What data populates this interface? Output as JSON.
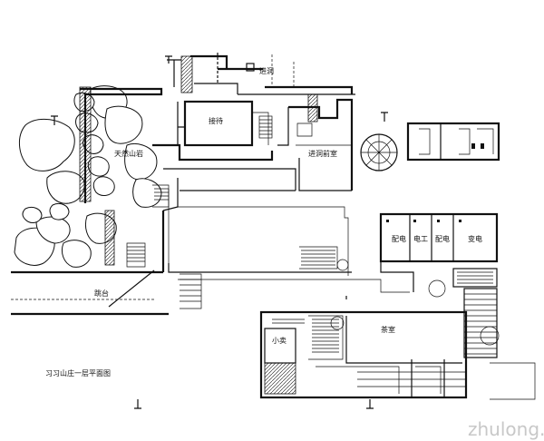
{
  "labels": {
    "entrance_cave": "进洞",
    "reception": "接待",
    "natural_cave": "天然山岩",
    "cave_front": "进洞前室",
    "switchgear": "配电",
    "electrician": "电工",
    "power": "配电",
    "transformer": "变电",
    "pavilion": "跳台",
    "snack": "小卖",
    "tea_room": "茶室",
    "caption": "习习山庄一层平面图"
  },
  "watermark": "zhulong.com",
  "icons": {
    "tree": "tree-plan-icon",
    "section_marks": "section-mark-icon"
  }
}
